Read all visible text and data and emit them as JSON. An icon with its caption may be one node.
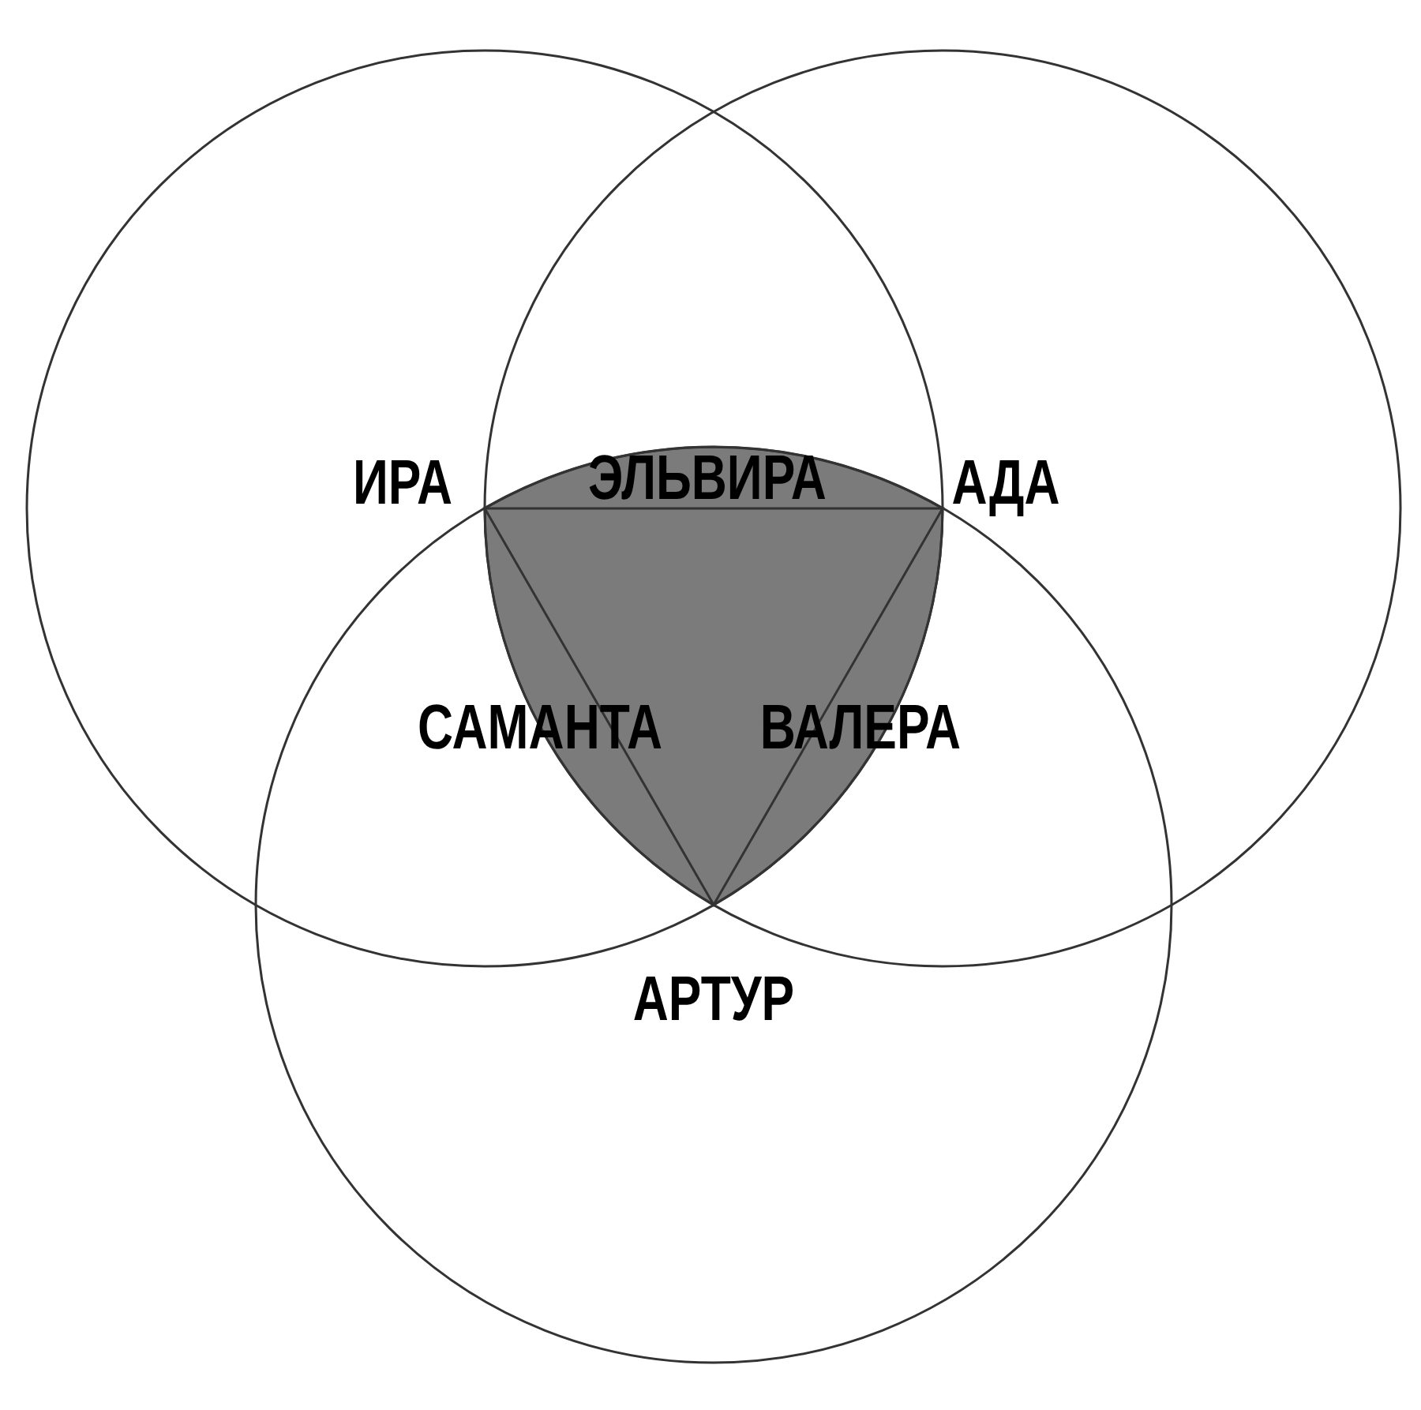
{
  "diagram": {
    "labels": [
      "ИРА",
      "ЭЛЬВИРА",
      "АДА",
      "САМАНТА",
      "ВАЛЕРА",
      "АРТУР"
    ]
  }
}
